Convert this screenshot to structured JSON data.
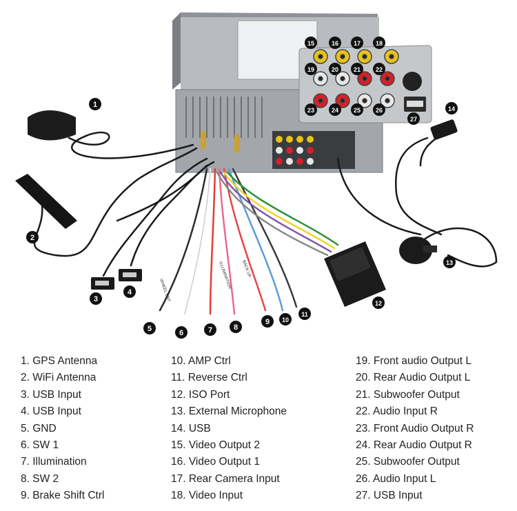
{
  "callouts": [
    "1",
    "2",
    "3",
    "4",
    "5",
    "6",
    "7",
    "8",
    "9",
    "10",
    "11",
    "12",
    "13",
    "14",
    "15",
    "16",
    "17",
    "18",
    "19",
    "20",
    "21",
    "22",
    "23",
    "24",
    "25",
    "26",
    "27"
  ],
  "wire_tags": [
    "WHEEL CNT",
    "ILLUMINATION",
    "BACK UP"
  ],
  "legend": {
    "col1": [
      "1. GPS Antenna",
      "2. WiFi Antenna",
      "3. USB Input",
      "4. USB Input",
      "5. GND",
      "6. SW 1",
      "7. Illumination",
      "8. SW 2",
      "9. Brake Shift Ctrl"
    ],
    "col2": [
      "10. AMP Ctrl",
      "11. Reverse Ctrl",
      "12. ISO Port",
      "13. External Microphone",
      "14. USB",
      "15. Video Output 2",
      "16. Video Output 1",
      "17. Rear Camera Input",
      "18. Video Input"
    ],
    "col3": [
      "19. Front audio Output L",
      "20. Rear Audio Output L",
      "21. Subwoofer Output",
      "22. Audio Input R",
      "23. Front Audio Output R",
      "24. Rear Audio Output R",
      "25. Subwoofer Output",
      "26. Audio Input L",
      "27. USB Input"
    ]
  },
  "colors": {
    "callout_fill": "#111111",
    "callout_text": "#ffffff",
    "jack_yellow": "#e8c21a",
    "jack_white": "#e8e8e8",
    "jack_red": "#d4202a",
    "unit_body": "#a9adb1"
  }
}
